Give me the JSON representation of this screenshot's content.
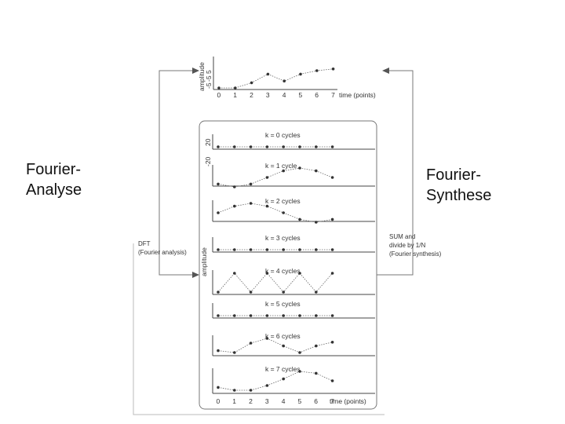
{
  "labels": {
    "analyse": "Fourier-\nAnalyse",
    "synthese": "Fourier-\nSynthese"
  },
  "top_plot": {
    "y_label": "amplitude",
    "y_ticks": [
      "5",
      "-5",
      "-5"
    ],
    "x_ticks": [
      "0",
      "1",
      "2",
      "3",
      "4",
      "5",
      "6",
      "7"
    ],
    "x_label": "time (points)",
    "values": [
      -5,
      -5,
      -2,
      3,
      -1,
      3,
      5,
      6
    ]
  },
  "panel": {
    "y_label": "amplitude",
    "y_ticks": [
      "20",
      "-20"
    ],
    "x_ticks": [
      "0",
      "1",
      "2",
      "3",
      "4",
      "5",
      "6",
      "7"
    ],
    "x_label": "time (points)",
    "components": [
      {
        "label": "k = 0 cycles",
        "values": [
          0,
          0,
          0,
          0,
          0,
          0,
          0,
          0
        ]
      },
      {
        "label": "k = 1 cycle",
        "values": [
          -0.7,
          -1,
          -0.7,
          0,
          0.7,
          1,
          0.7,
          0
        ]
      },
      {
        "label": "k = 2 cycles",
        "values": [
          0,
          0.7,
          1,
          0.7,
          0,
          -0.7,
          -1,
          -0.7
        ]
      },
      {
        "label": "k = 3 cycles",
        "values": [
          0,
          0,
          0,
          0,
          0,
          0,
          0,
          0
        ]
      },
      {
        "label": "k = 4 cycles",
        "values": [
          -1,
          1,
          -1,
          1,
          -1,
          1,
          -1,
          1
        ]
      },
      {
        "label": "k = 5 cycles",
        "values": [
          0,
          0,
          0,
          0,
          0,
          0,
          0,
          0
        ]
      },
      {
        "label": "k = 6 cycles",
        "values": [
          -0.3,
          -0.5,
          0.5,
          1,
          0.2,
          -0.5,
          0.2,
          0.6
        ]
      },
      {
        "label": "k = 7 cycles",
        "values": [
          -0.7,
          -1,
          -1,
          -0.5,
          0.2,
          1,
          0.8,
          0
        ]
      }
    ]
  },
  "dft_note": [
    "DFT",
    "(Fourier analysis)"
  ],
  "sum_note": [
    "SUM and",
    "divide by 1/N",
    "(Fourier synthesis)"
  ]
}
